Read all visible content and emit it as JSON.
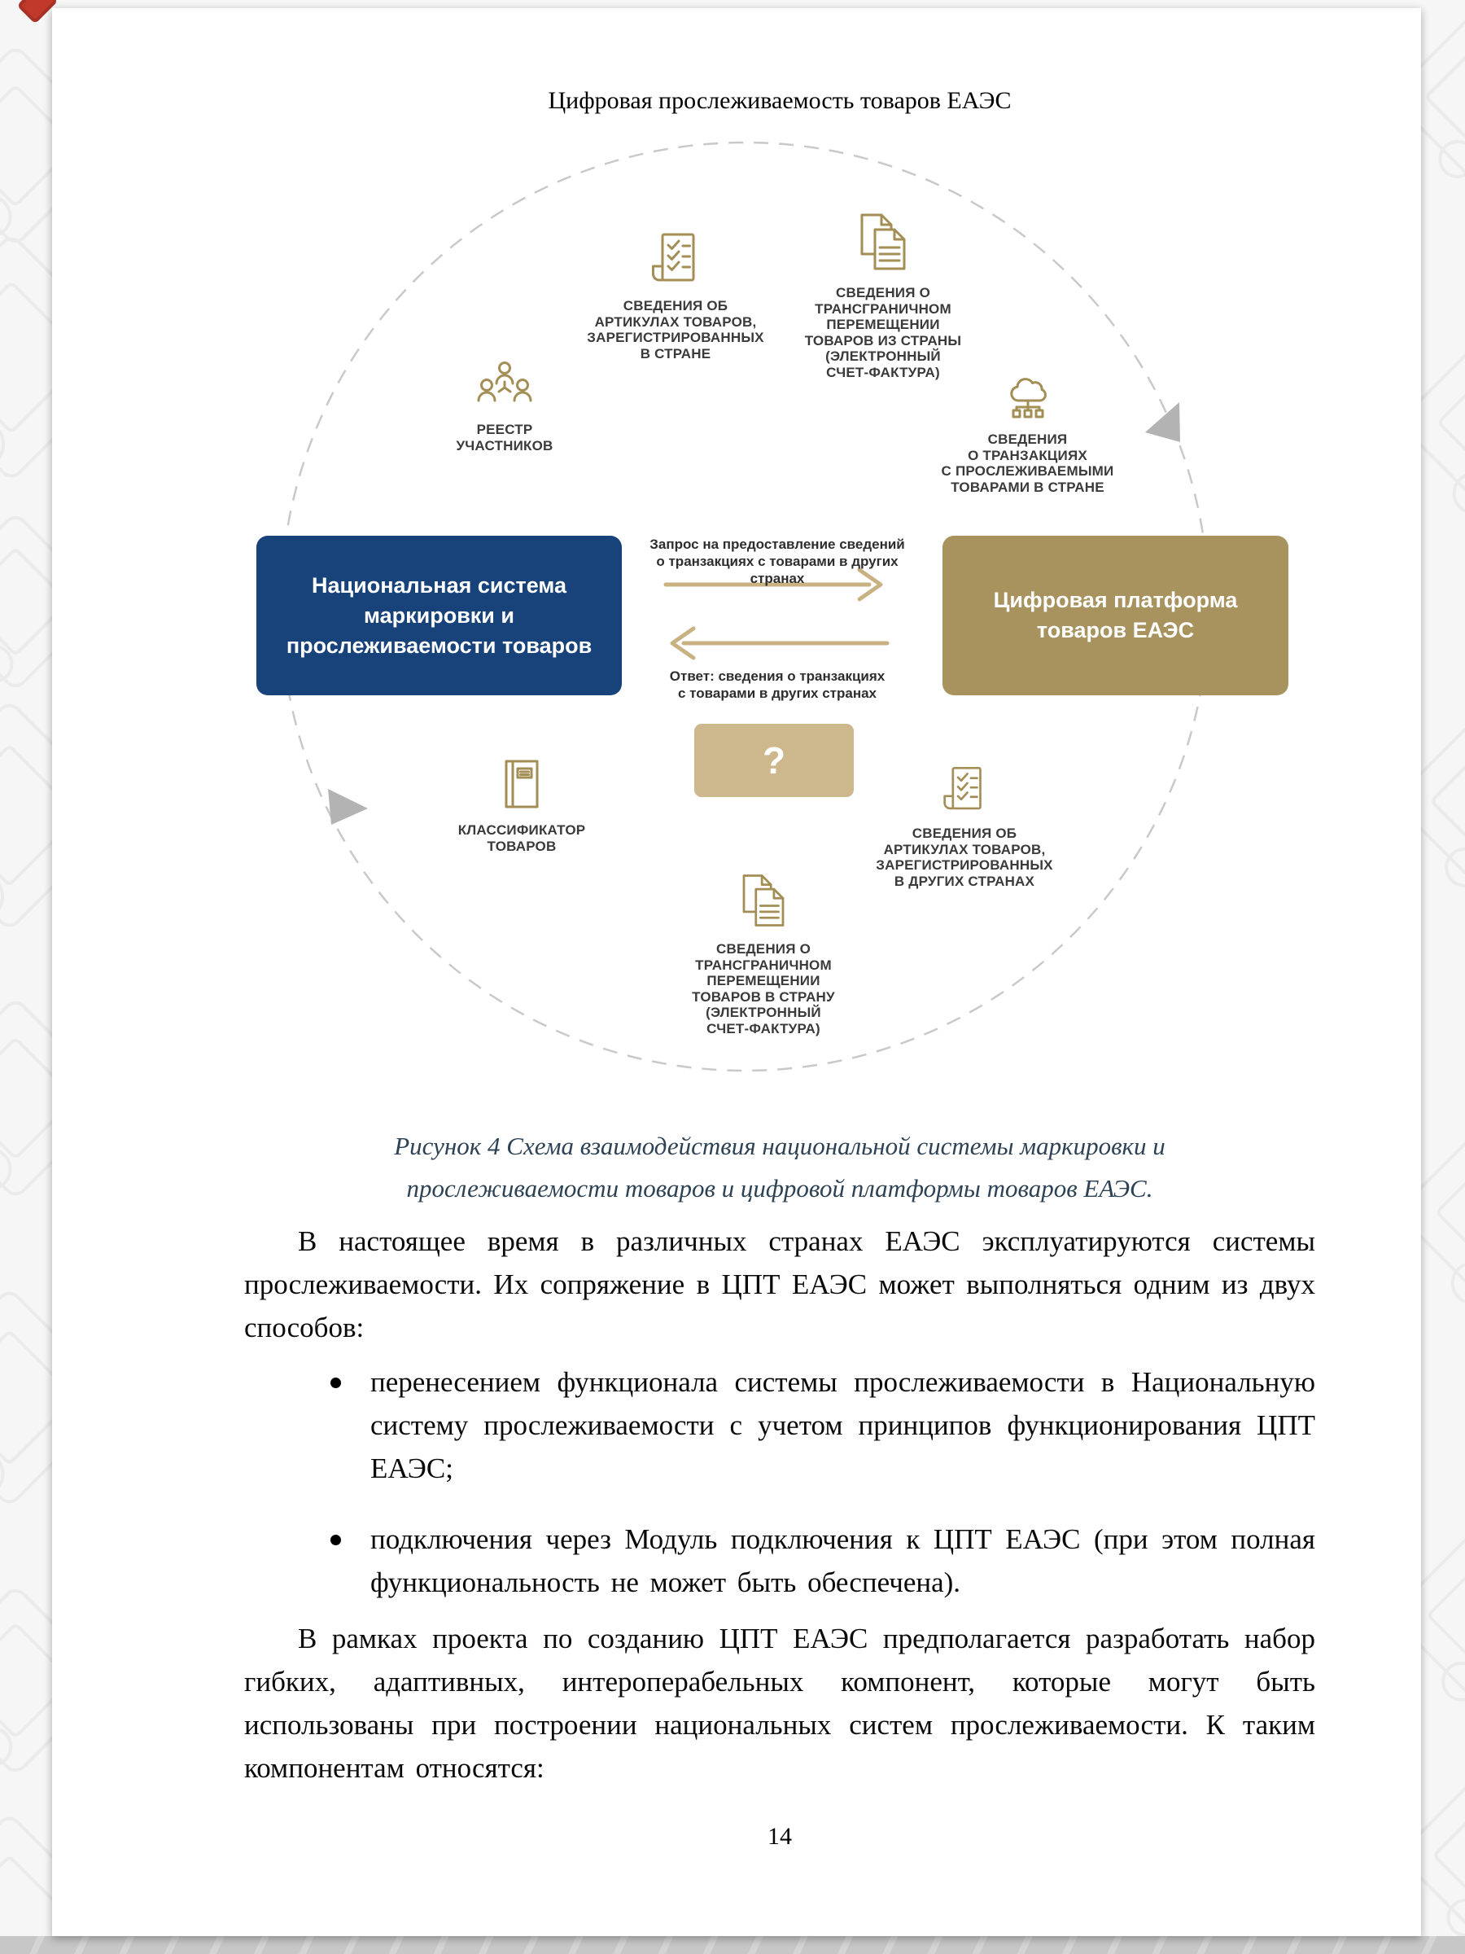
{
  "page": {
    "header": "Цифровая прослеживаемость товаров ЕАЭС",
    "number": "14"
  },
  "diagram": {
    "satellites": [
      {
        "icon": "checklist-doc-icon",
        "label": "СВЕДЕНИЯ ОБ\nАРТИКУЛАХ ТОВАРОВ,\nЗАРЕГИСТРИРОВАННЫХ\nВ СТРАНЕ"
      },
      {
        "icon": "documents-icon",
        "label": "СВЕДЕНИЯ О\nТРАНСГРАНИЧНОМ\nПЕРЕМЕЩЕНИИ\nТОВАРОВ ИЗ СТРАНЫ\n(ЭЛЕКТРОННЫЙ\nСЧЕТ-ФАКТУРА)"
      },
      {
        "icon": "participants-icon",
        "label": "РЕЕСТР\nУЧАСТНИКОВ"
      },
      {
        "icon": "cloud-network-icon",
        "label": "СВЕДЕНИЯ\nО ТРАНЗАКЦИЯХ\nС ПРОСЛЕЖИВАЕМЫМИ\nТОВАРАМИ В СТРАНЕ"
      },
      {
        "icon": "book-icon",
        "label": "КЛАССИФИКАТОР\nТОВАРОВ"
      },
      {
        "icon": "checklist-doc-icon",
        "label": "СВЕДЕНИЯ ОБ\nАРТИКУЛАХ ТОВАРОВ,\nЗАРЕГИСТРИРОВАННЫХ\nВ ДРУГИХ СТРАНАХ"
      },
      {
        "icon": "documents-icon",
        "label": "СВЕДЕНИЯ О\nТРАНСГРАНИЧНОМ\nПЕРЕМЕЩЕНИИ\nТОВАРОВ В СТРАНУ\n(ЭЛЕКТРОННЫЙ\nСЧЕТ-ФАКТУРА)"
      }
    ],
    "national_system": "Национальная система\nмаркировки и\nпрослеживаемости товаров",
    "platform": "Цифровая платформа\nтоваров ЕАЭС",
    "request_label": "Запрос на предоставление сведений\nо транзакциях с товарами в других странах",
    "response_label": "Ответ:  сведения о транзакциях\nс товарами в других странах",
    "question_mark": "?"
  },
  "caption": "Рисунок 4 Схема взаимодействия национальной системы маркировки и\nпрослеживаемости товаров и цифровой платформы товаров ЕАЭС.",
  "body": {
    "p1": "В настоящее время в различных странах ЕАЭС эксплуатируются системы прослеживаемости. Их сопряжение в ЦПТ ЕАЭС может выполняться одним из двух способов:",
    "bullets": [
      "перенесением функционала системы прослеживаемости в Национальную систему прослеживаемости с учетом принципов функционирования ЦПТ ЕАЭС;",
      "подключения через Модуль подключения к ЦПТ ЕАЭС (при этом полная функциональность не может быть обеспечена)."
    ],
    "p2": "В рамках проекта по созданию ЦПТ ЕАЭС предполагается разработать набор гибких, адаптивных, интероперабельных компонент, которые могут быть использованы при построении национальных систем прослеживаемости. К таким компонентам относятся:"
  },
  "colors": {
    "national_box": "#18437a",
    "platform_box": "#a8935f",
    "question_box": "#cdb88e",
    "icon_gold": "#a38e55",
    "arrow_tan": "#c8b282",
    "circle_dash": "#c9c9c9",
    "flow_arrowhead": "#b3b3b3",
    "caption_text": "#2d4254"
  }
}
